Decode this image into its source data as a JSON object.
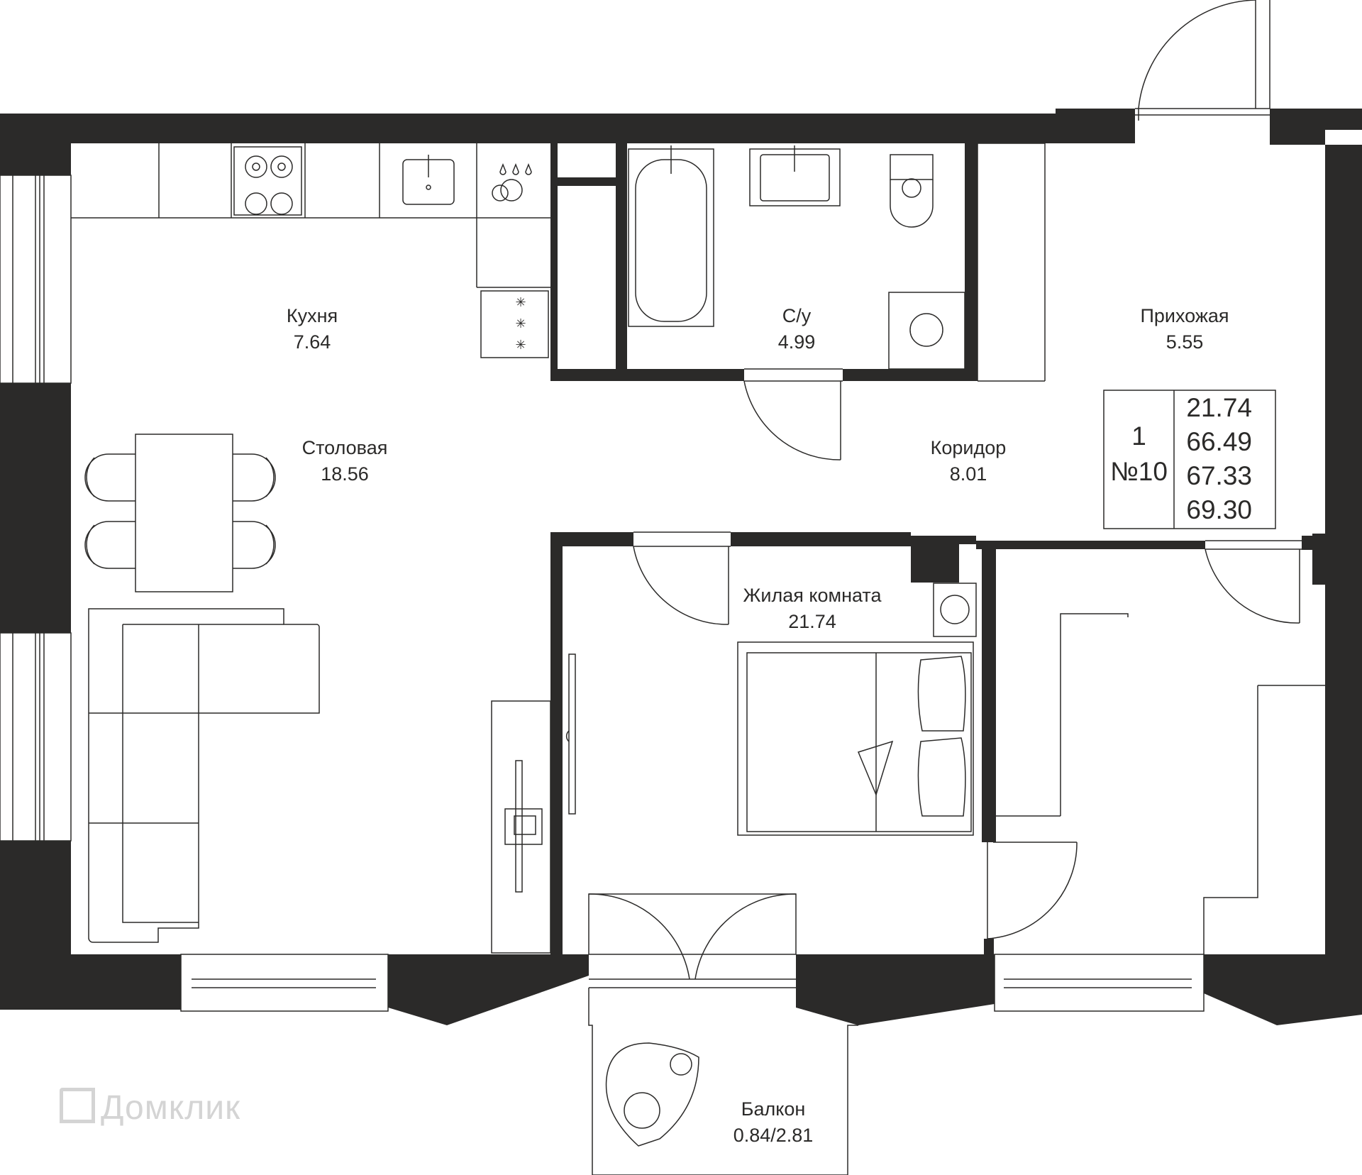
{
  "rooms": [
    {
      "name": "Кухня",
      "area": "7.64"
    },
    {
      "name": "С/у",
      "area": "4.99"
    },
    {
      "name": "Прихожая",
      "area": "5.55"
    },
    {
      "name": "Столовая",
      "area": "18.56"
    },
    {
      "name": "Коридор",
      "area": "8.01"
    },
    {
      "name": "Жилая комната",
      "area": "21.74"
    },
    {
      "name": "Балкон",
      "area": "0.84/2.81"
    }
  ],
  "summary": {
    "rooms_count": "1",
    "apartment_number": "№10",
    "areas": [
      "21.74",
      "66.49",
      "67.33",
      "69.30"
    ]
  },
  "watermark": "Домклик",
  "colors": {
    "wall": "#2b2a29",
    "line": "#2b2a29",
    "watermark": "#d4d4d4"
  },
  "icons": [
    "stove-icon",
    "sink-icon",
    "dishwasher-icon",
    "bathtub-icon",
    "toilet-icon",
    "washing-machine-icon",
    "dining-table-icon",
    "sofa-icon",
    "bed-icon",
    "tv-icon",
    "armchair-icon",
    "door-swing-icon"
  ]
}
